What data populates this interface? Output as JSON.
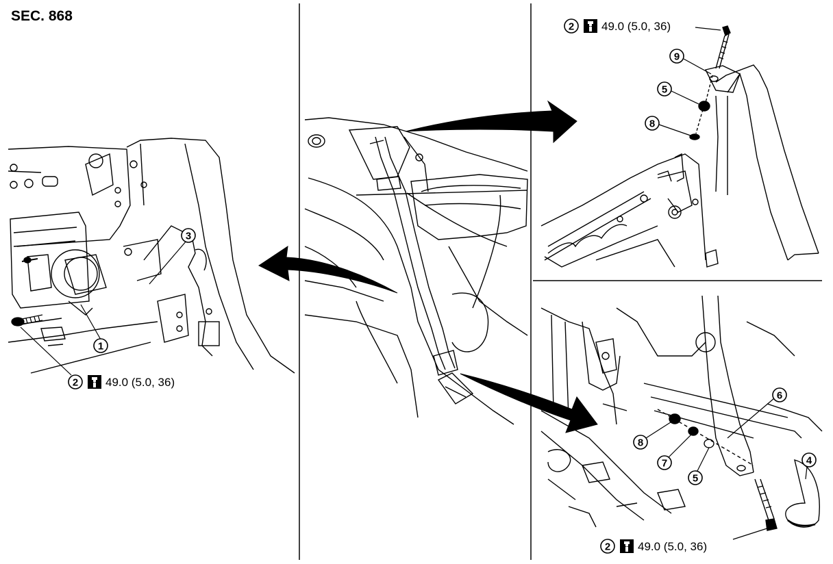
{
  "section": "SEC. 868",
  "torque_spec": "49.0 (5.0, 36)",
  "callouts": {
    "c1": "1",
    "c2": "2",
    "c3": "3",
    "c4": "4",
    "c5": "5",
    "c6": "6",
    "c7": "7",
    "c8": "8",
    "c9": "9"
  }
}
